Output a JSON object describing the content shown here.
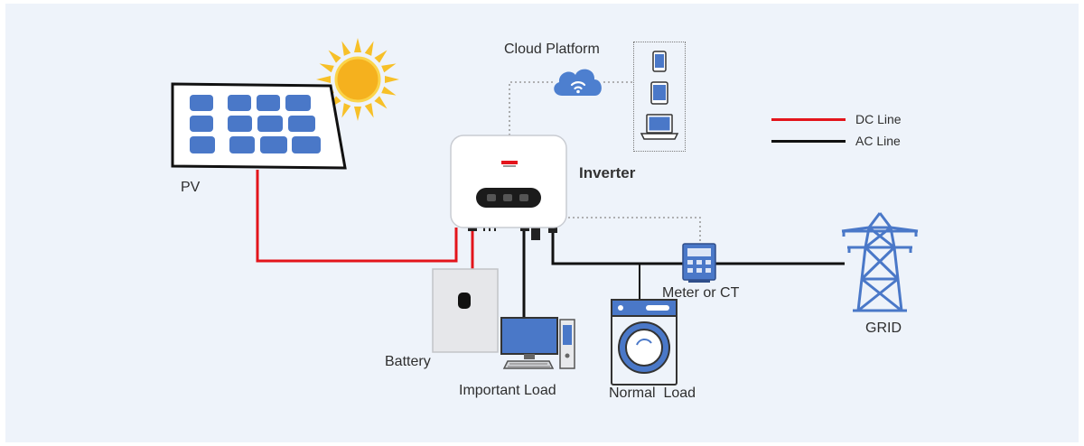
{
  "labels": {
    "pv": "PV",
    "cloud_platform": "Cloud Platform",
    "inverter": "Inverter",
    "battery": "Battery",
    "important_load": "Important Load",
    "normal_load": "Normal  Load",
    "meter": "Meter or CT",
    "grid": "GRID"
  },
  "legend": [
    {
      "label": "DC Line",
      "color": "#e3141b"
    },
    {
      "label": "AC Line",
      "color": "#111111"
    }
  ],
  "colors": {
    "background": "#eef3fa",
    "dc_line": "#e3141b",
    "ac_line": "#111111",
    "comm_line": "#9a9a9a",
    "accent_blue": "#4a78c8",
    "sun": "#f7b522"
  },
  "icons": {
    "sun": "sun-icon",
    "pv": "solar-panel-icon",
    "cloud": "cloud-wifi-icon",
    "inverter": "inverter-icon",
    "battery": "battery-icon",
    "important_load": "desktop-computer-icon",
    "normal_load": "washing-machine-icon",
    "meter": "meter-icon",
    "grid": "transmission-tower-icon",
    "monitor_devices": [
      "phone-icon",
      "tablet-icon",
      "laptop-icon"
    ]
  }
}
